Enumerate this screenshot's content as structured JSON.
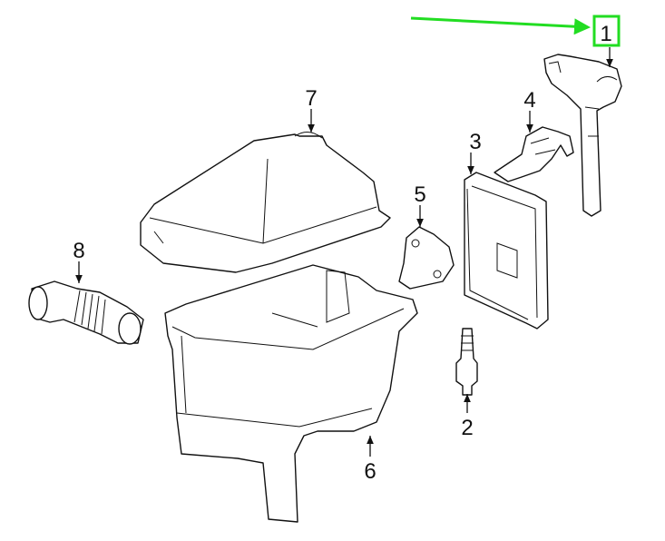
{
  "callouts": [
    {
      "id": "1",
      "label": "1",
      "highlighted": true
    },
    {
      "id": "2",
      "label": "2"
    },
    {
      "id": "3",
      "label": "3"
    },
    {
      "id": "4",
      "label": "4"
    },
    {
      "id": "5",
      "label": "5"
    },
    {
      "id": "6",
      "label": "6"
    },
    {
      "id": "7",
      "label": "7"
    },
    {
      "id": "8",
      "label": "8"
    }
  ],
  "colors": {
    "highlight": "#22dd22",
    "line": "#111111"
  }
}
